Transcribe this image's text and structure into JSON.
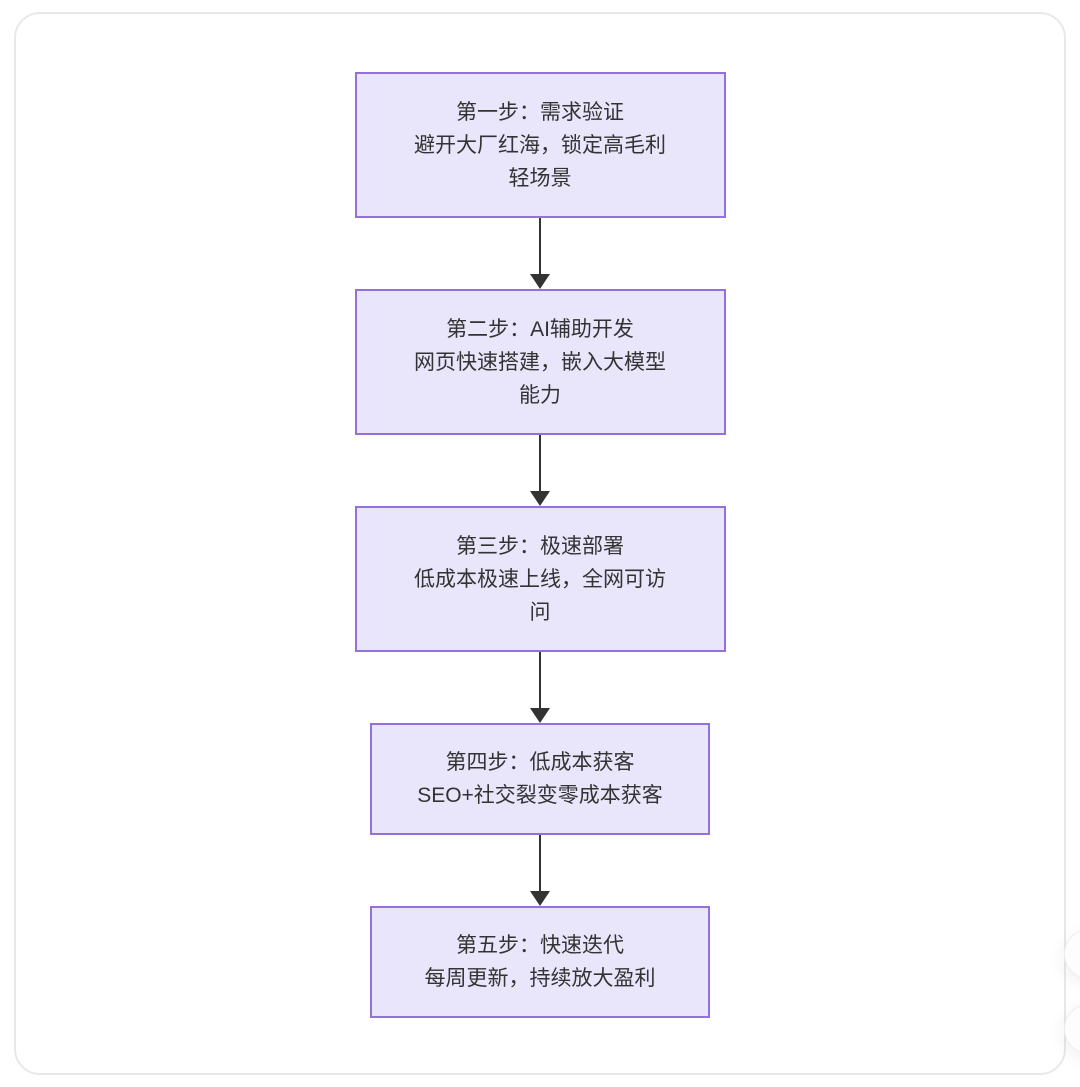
{
  "diagram": {
    "type": "flowchart",
    "direction": "top-down",
    "colors": {
      "node_fill": "#e9e6fc",
      "node_border": "#9370db",
      "node_text": "#333333",
      "arrow": "#333333",
      "card_border": "#e8e8e8",
      "card_background": "#ffffff"
    },
    "nodes": [
      {
        "id": "step1",
        "lines": [
          "第一步：需求验证",
          "避开大厂红海，锁定高毛利",
          "轻场景"
        ]
      },
      {
        "id": "step2",
        "lines": [
          "第二步：AI辅助开发",
          "网页快速搭建，嵌入大模型",
          "能力"
        ]
      },
      {
        "id": "step3",
        "lines": [
          "第三步：极速部署",
          "低成本极速上线，全网可访",
          "问"
        ]
      },
      {
        "id": "step4",
        "lines": [
          "第四步：低成本获客",
          "SEO+社交裂变零成本获客"
        ]
      },
      {
        "id": "step5",
        "lines": [
          "第五步：快速迭代",
          "每周更新，持续放大盈利"
        ]
      }
    ],
    "edges": [
      {
        "from": "step1",
        "to": "step2"
      },
      {
        "from": "step2",
        "to": "step3"
      },
      {
        "from": "step3",
        "to": "step4"
      },
      {
        "from": "step4",
        "to": "step5"
      }
    ]
  }
}
